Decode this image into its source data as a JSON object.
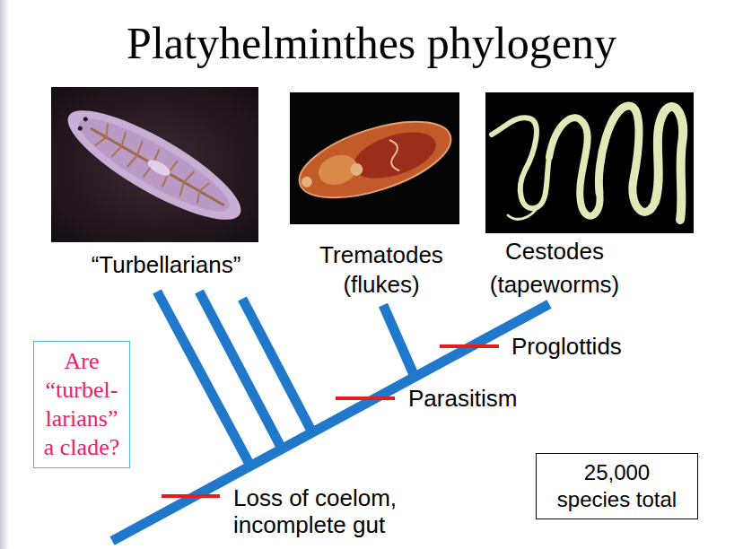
{
  "diagram": {
    "title": "Platyhelminthes phylogeny",
    "nodes": [
      {
        "text": [
          "Are “turbel- larians” a clade?"
        ]
      },
      {
        "text": [
          "25,000 species total"
        ]
      }
    ],
    "labels": [
      "“Turbellarians”",
      "Trematodes (flukes)",
      "Cestodes (tapeworms)",
      "Proglottids",
      "Parasitism",
      "Loss of coelom, incomplete gut"
    ]
  }
}
